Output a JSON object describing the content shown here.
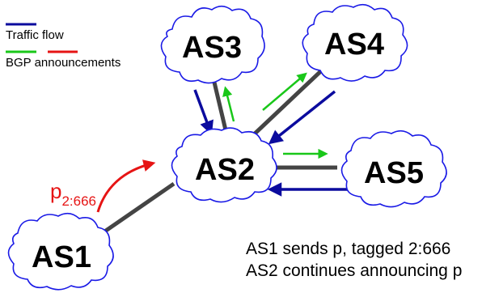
{
  "legend": {
    "traffic_flow": {
      "label": "Traffic flow",
      "color": "#0b0b9e"
    },
    "bgp_announcements": {
      "label": "BGP announcements",
      "colors": [
        "#19c719",
        "#e61414"
      ]
    }
  },
  "nodes": {
    "as1": {
      "label": "AS1"
    },
    "as2": {
      "label": "AS2"
    },
    "as3": {
      "label": "AS3"
    },
    "as4": {
      "label": "AS4"
    },
    "as5": {
      "label": "AS5"
    }
  },
  "announcement": {
    "prefix": "p",
    "tag": "2:666",
    "color": "#e61414"
  },
  "caption": {
    "line1": "AS1 sends p, tagged 2:666",
    "line2": "AS2 continues announcing p"
  },
  "colors": {
    "link": "#444444",
    "traffic": "#0b0b9e",
    "bgp_green": "#19c719",
    "bgp_red": "#e61414",
    "cloud_stroke": "#1a1ae6"
  }
}
